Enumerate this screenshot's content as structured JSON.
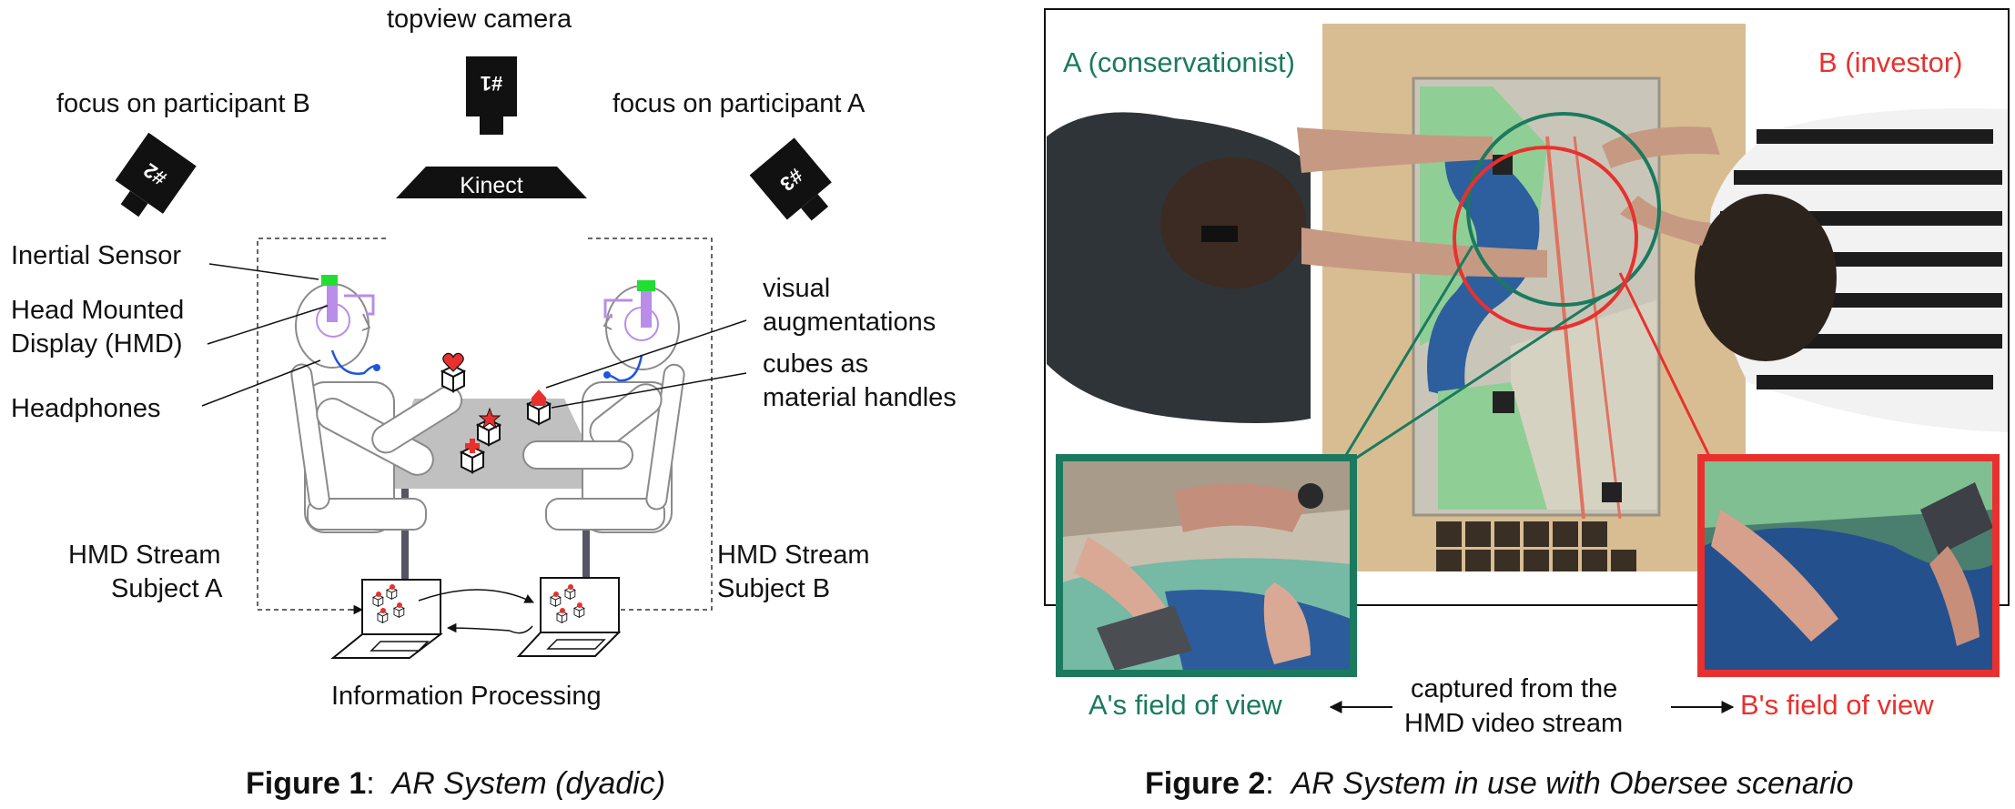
{
  "figure1": {
    "caption_label": "Figure 1",
    "caption_sep": ":",
    "caption_text": "AR System (dyadic)",
    "topview_camera": "topview camera",
    "kinect": "Kinect",
    "camera1_tag": "#1",
    "camera2_tag": "#2",
    "camera3_tag": "#3",
    "focus_b": "focus on participant B",
    "focus_a": "focus on participant A",
    "inertial_sensor": "Inertial Sensor",
    "hmd_line1": "Head Mounted",
    "hmd_line2": "Display (HMD)",
    "headphones": "Headphones",
    "visual_aug_line1": "visual",
    "visual_aug_line2": "augmentations",
    "cubes_line1": "cubes as",
    "cubes_line2": "material handles",
    "stream_a_line1": "HMD Stream",
    "stream_a_line2": "Subject A",
    "stream_b_line1": "HMD Stream",
    "stream_b_line2": "Subject B",
    "info_processing": "Information Processing",
    "colors": {
      "sensor": "#22dd33",
      "hmd": "#b98de8",
      "headphone": "#2255dd",
      "augment": "#e8312e",
      "table": "#c0c0c0",
      "leg": "#555566"
    }
  },
  "figure2": {
    "caption_label": "Figure 2",
    "caption_sep": ":",
    "caption_text": "AR System in use with Obersee scenario",
    "label_a": "A (conservationist)",
    "label_b": "B (investor)",
    "fov_a": "A's field of view",
    "fov_b": "B's field of view",
    "captured_line1": "captured from the",
    "captured_line2": "HMD video stream",
    "colors": {
      "a": "#1b7a5e",
      "b": "#e8312e"
    }
  }
}
